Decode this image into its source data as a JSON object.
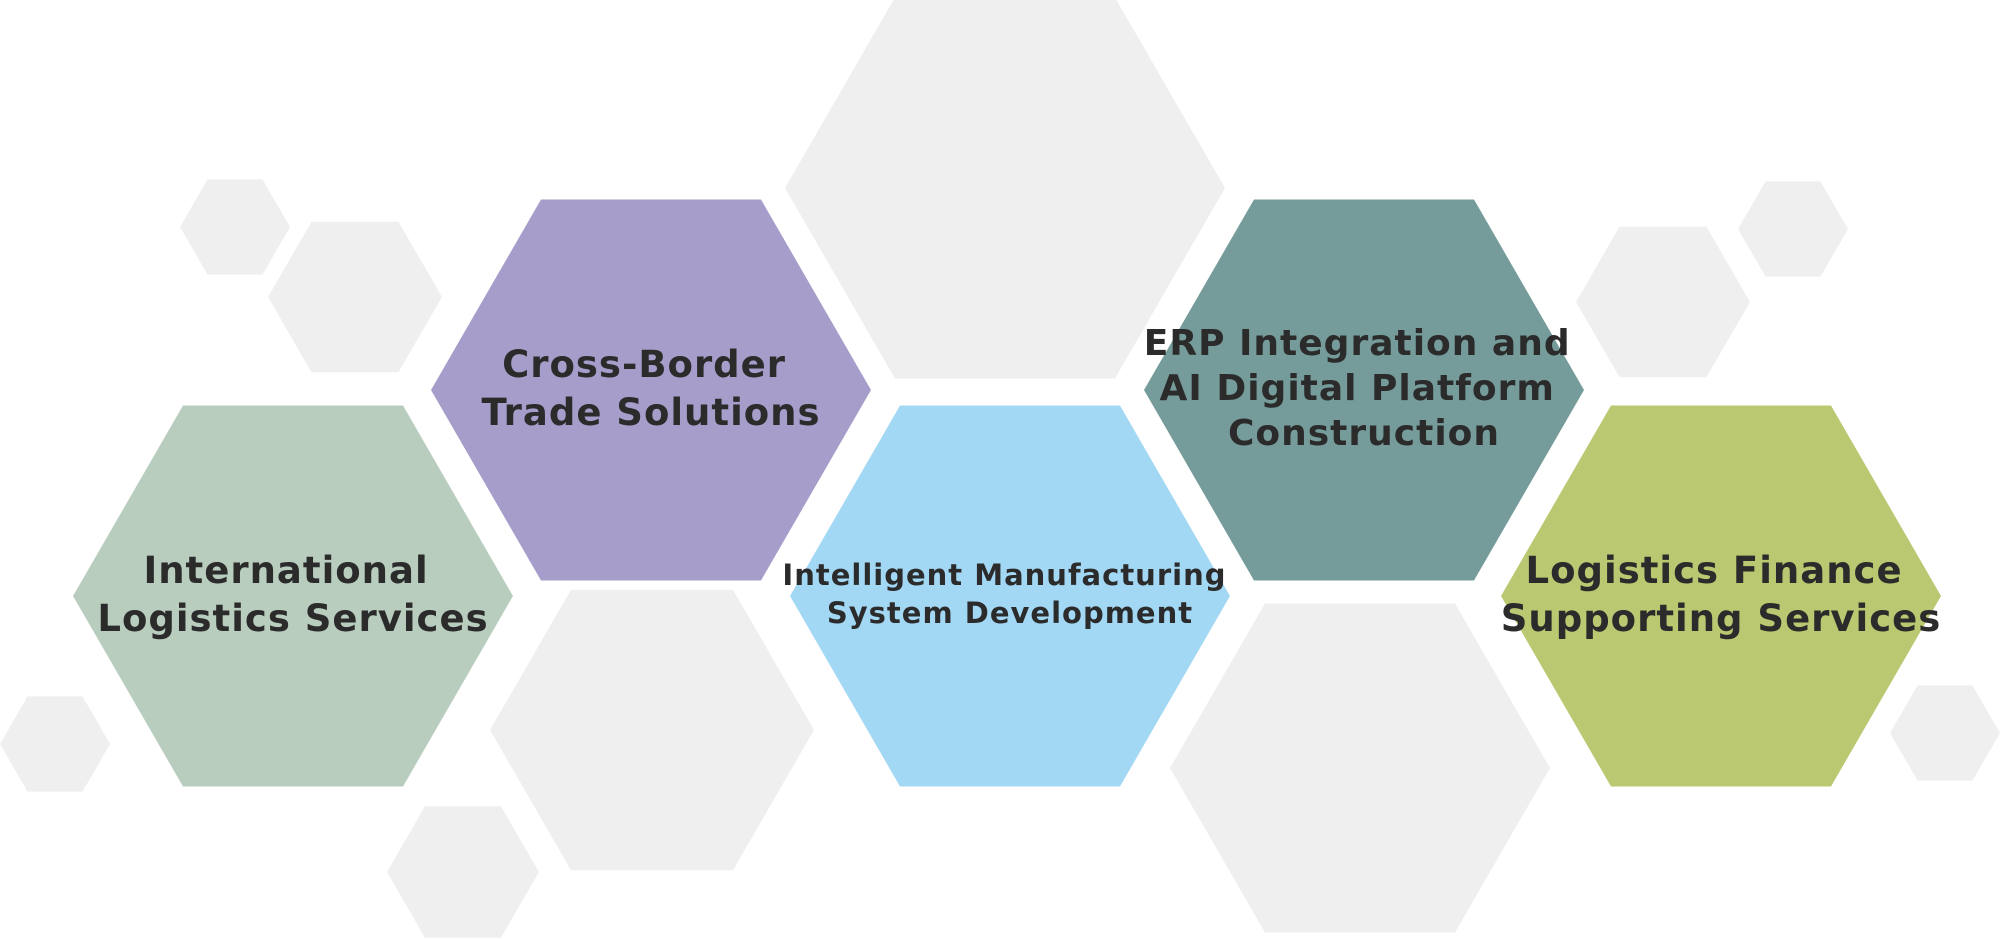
{
  "colors": {
    "decorative": "#efefef",
    "text": "#2b2b2b",
    "international_logistics": "#b9cdbf",
    "cross_border_trade": "#a69dca",
    "intelligent_manufacturing": "#a3d8f5",
    "erp_ai_platform": "#759c9a",
    "logistics_finance": "#bac871"
  },
  "services": [
    {
      "id": "international-logistics",
      "lines": [
        "International",
        "Logistics Services"
      ],
      "color": "#b9cdbf"
    },
    {
      "id": "cross-border-trade",
      "lines": [
        "Cross-Border",
        "Trade Solutions"
      ],
      "color": "#a69dca"
    },
    {
      "id": "intelligent-manufacturing",
      "lines": [
        "Intelligent Manufacturing",
        "System Development"
      ],
      "color": "#a3d8f5"
    },
    {
      "id": "erp-ai-platform",
      "lines": [
        "ERP Integration and",
        "AI Digital Platform",
        "Construction"
      ],
      "color": "#759c9a"
    },
    {
      "id": "logistics-finance",
      "lines": [
        "Logistics Finance",
        "Supporting Services"
      ],
      "color": "#bac871"
    }
  ]
}
